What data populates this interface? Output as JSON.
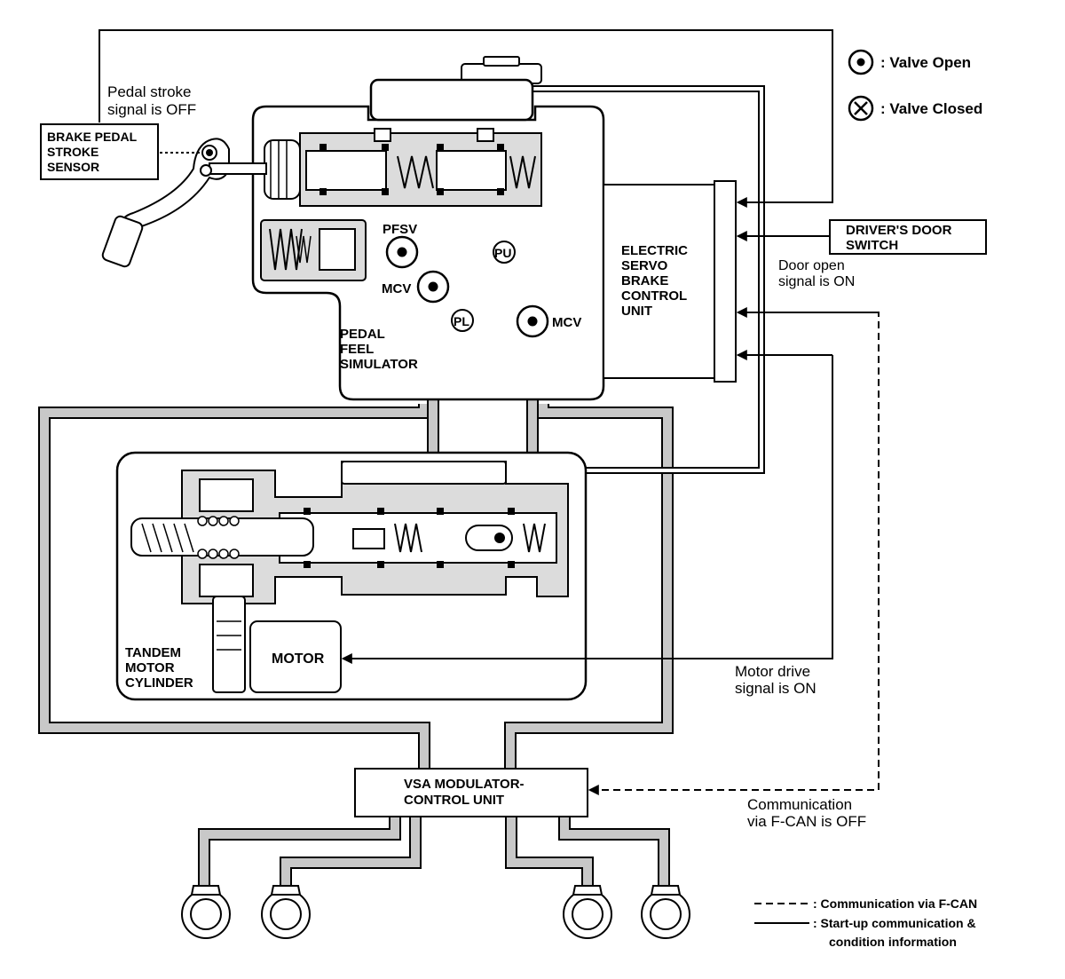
{
  "legend": {
    "valve_open": ": Valve Open",
    "valve_closed": ": Valve Closed",
    "fcan_line": ": Communication via F-CAN",
    "startup_line_1": ": Start-up communication &",
    "startup_line_2": "condition information"
  },
  "components": {
    "stroke_sensor": [
      "BRAKE PEDAL",
      "STROKE",
      "SENSOR"
    ],
    "ecu": [
      "ELECTRIC",
      "SERVO",
      "BRAKE",
      "CONTROL",
      "UNIT"
    ],
    "door_switch": [
      "DRIVER'S DOOR",
      "SWITCH"
    ],
    "pedal_feel_simulator": [
      "PEDAL",
      "FEEL",
      "SIMULATOR"
    ],
    "tandem_motor_cylinder": [
      "TANDEM",
      "MOTOR",
      "CYLINDER"
    ],
    "motor": "MOTOR",
    "vsa": [
      "VSA MODULATOR-",
      "CONTROL UNIT"
    ]
  },
  "valves": {
    "pfsv": "PFSV",
    "mcv_left": "MCV",
    "mcv_right": "MCV",
    "pu": "PU",
    "pl": "PL"
  },
  "annotations": {
    "pedal_stroke": [
      "Pedal stroke",
      "signal is OFF"
    ],
    "door_open": [
      "Door open",
      "signal is ON"
    ],
    "motor_drive": [
      "Motor drive",
      "signal is ON"
    ],
    "communication": [
      "Communication",
      "via F-CAN is OFF"
    ]
  },
  "colors": {
    "ink": "#000000",
    "fluid": "#c8c8c8",
    "fluid_light": "#dcdcdc"
  }
}
